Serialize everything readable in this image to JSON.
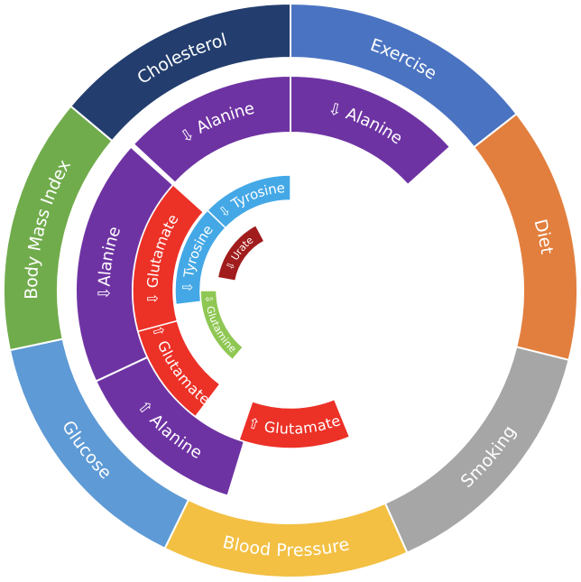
{
  "outer_ring": [
    {
      "label": "Exercise",
      "color": "#4a73c2"
    },
    {
      "label": "Diet",
      "color": "#e27f3e"
    },
    {
      "label": "Smoking",
      "color": "#a6a6a6"
    },
    {
      "label": "Blood Pressure",
      "color": "#f3c044"
    },
    {
      "label": "Glucose",
      "color": "#5e9ad5"
    },
    {
      "label": "Body Mass Index",
      "color": "#71ac4c"
    },
    {
      "label": "Cholesterol",
      "color": "#233e6e"
    }
  ],
  "inner_arcs": [
    {
      "label": "⇩ Alanine",
      "color": "#6e33a3"
    },
    {
      "label": "⇩ Alanine",
      "color": "#6e33a3"
    },
    {
      "label": "⇩Alanine",
      "color": "#6e33a3"
    },
    {
      "label": "⇧ Alanine",
      "color": "#6e33a3"
    },
    {
      "label": "⇩ Glutamate",
      "color": "#ec3127"
    },
    {
      "label": "⇧ Glutamate",
      "color": "#ec3127"
    },
    {
      "label": "⇧ Glutamate",
      "color": "#ec3127"
    },
    {
      "label": "⇩ Tyrosine",
      "color": "#44a8e6"
    },
    {
      "label": "⇩ Tyrosine",
      "color": "#44a8e6"
    },
    {
      "label": "⇩ Glutamine",
      "color": "#8fc753"
    },
    {
      "label": "⇩ Urate",
      "color": "#a11c1c"
    }
  ]
}
